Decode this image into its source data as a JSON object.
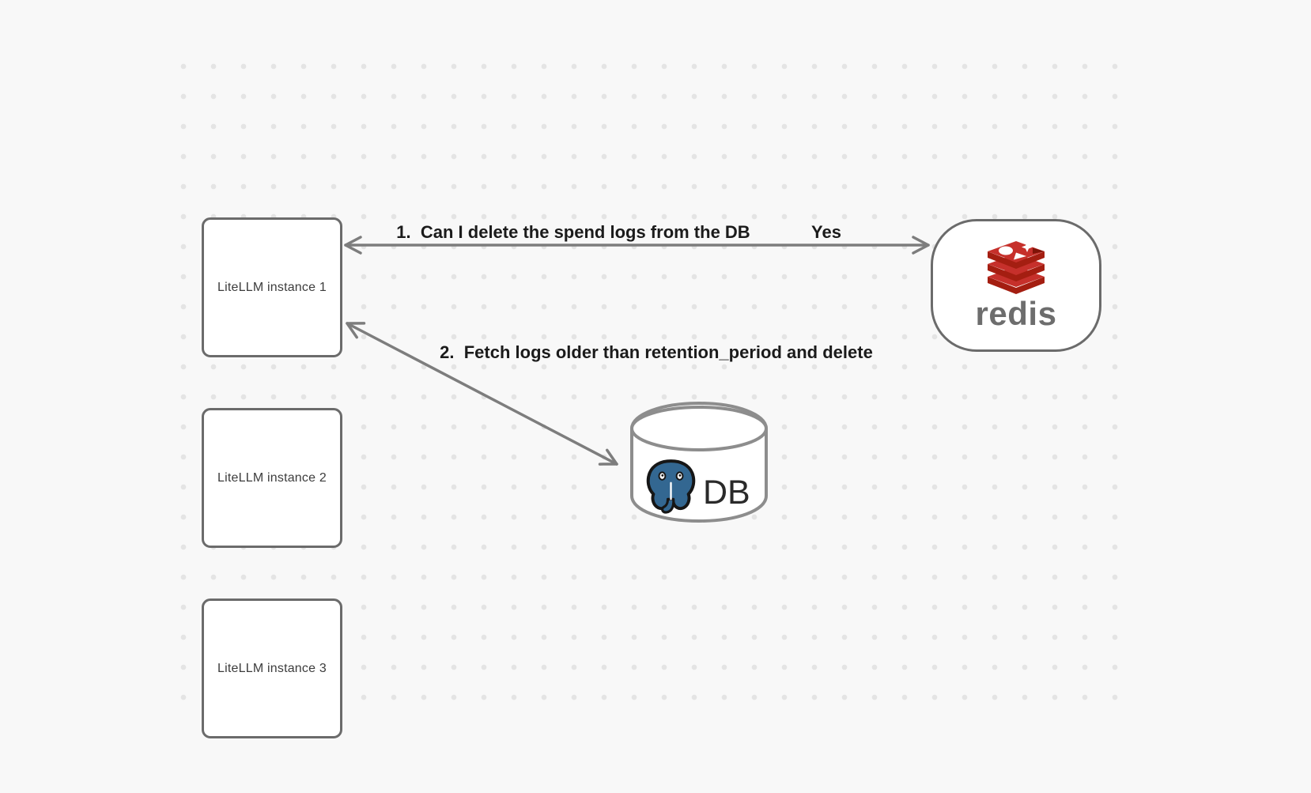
{
  "colors": {
    "background": "#f8f8f8",
    "grid_dot": "#e4e4e4",
    "node_border": "#6b6b6b",
    "node_fill": "#ffffff",
    "arrow": "#7d7d7d",
    "edge_label_text": "#1b1b1b",
    "node_label_text": "#3c3c3c",
    "redis_red": "#C6302B",
    "redis_dark_red": "#A41E11",
    "redis_wordmark_gray": "#6d6d6d",
    "postgres_blue": "#336791",
    "cylinder_stroke": "#8d8d8d",
    "db_text": "#2a2a2a"
  },
  "diagram": {
    "instance_nodes": [
      {
        "label": "LiteLLM instance 1"
      },
      {
        "label": "LiteLLM instance 2"
      },
      {
        "label": "LiteLLM instance 3"
      }
    ],
    "redis_node": {
      "wordmark": "redis",
      "icon": "redis-stack-icon"
    },
    "db_node": {
      "label": "DB",
      "icon": "postgresql-elephant-icon",
      "shape": "cylinder"
    },
    "edges": [
      {
        "label": "1.  Can I delete the spend logs from the DB",
        "response": "Yes",
        "from": "LiteLLM instance 1",
        "to": "redis",
        "arrows": "both-ends"
      },
      {
        "label": "2.  Fetch logs older than retention_period and delete",
        "from": "LiteLLM instance 1",
        "to": "DB",
        "arrows": "both-ends"
      }
    ]
  }
}
